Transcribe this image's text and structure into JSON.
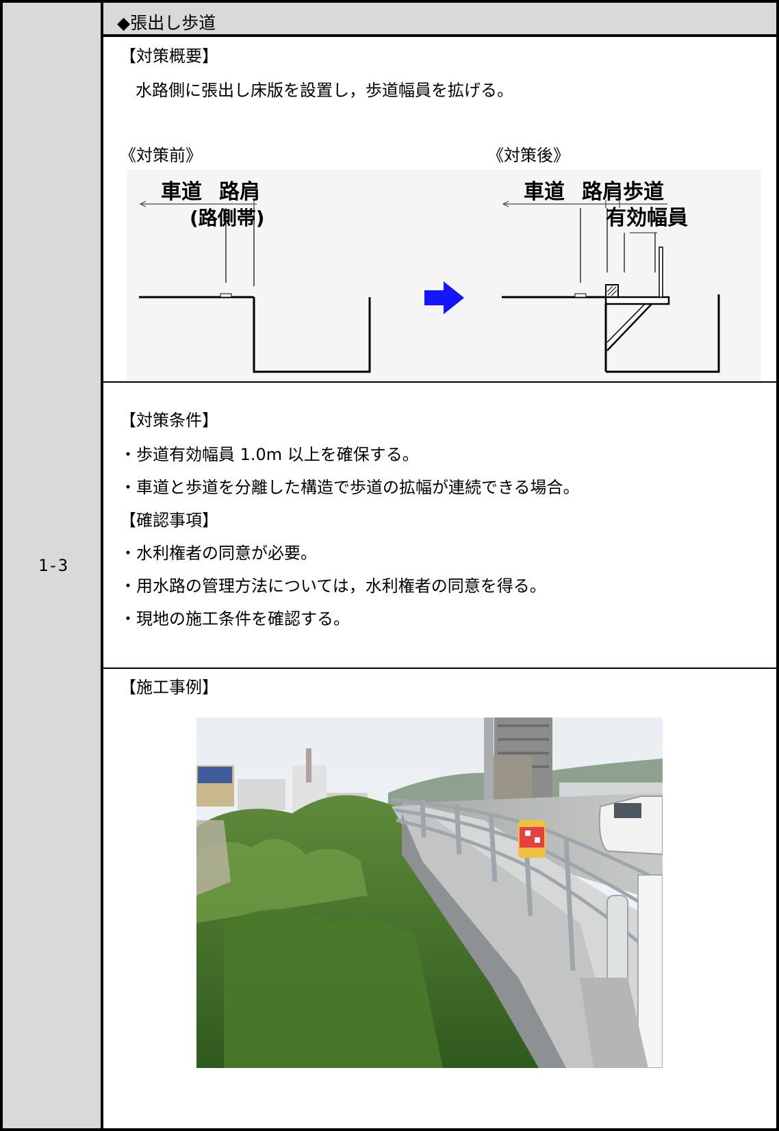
{
  "row_number": "1-3",
  "title": "◆張出し歩道",
  "overview": {
    "heading": "【対策概要】",
    "text": "水路側に張出し床版を設置し，歩道幅員を拡げる。"
  },
  "diagram": {
    "before_label": "《対策前》",
    "after_label": "《対策後》",
    "before": {
      "roadway": "車道",
      "shoulder": "路肩",
      "shoulder_sub": "(路側帯)"
    },
    "after": {
      "roadway": "車道",
      "shoulder": "路肩",
      "sidewalk": "歩道",
      "effective_width": "有効幅員"
    },
    "arrow_color": "#1515ff"
  },
  "conditions": {
    "heading": "【対策条件】",
    "items": [
      "・歩道有効幅員 1.0m 以上を確保する。",
      "・車道と歩道を分離した構造で歩道の拡幅が連続できる場合。"
    ]
  },
  "checks": {
    "heading": "【確認事項】",
    "items": [
      "・水利権者の同意が必要。",
      "・用水路の管理方法については，水利権者の同意を得る。",
      "・現地の施工条件を確認する。"
    ]
  },
  "example": {
    "heading": "【施工事例】"
  }
}
